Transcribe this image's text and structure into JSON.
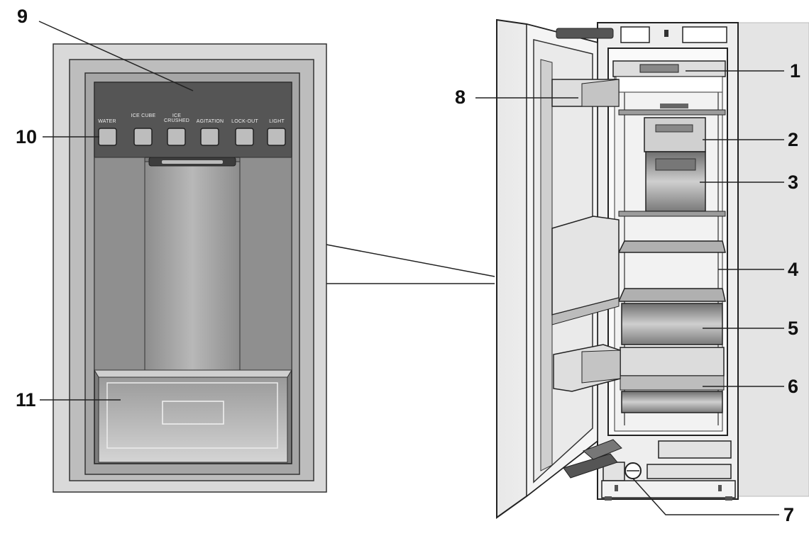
{
  "callouts": {
    "c1": "1",
    "c2": "2",
    "c3": "3",
    "c4": "4",
    "c5": "5",
    "c6": "6",
    "c7": "7",
    "c8": "8",
    "c9": "9",
    "c10": "10",
    "c11": "11"
  },
  "dispenser_buttons": [
    {
      "label": "WATER"
    },
    {
      "label": "ICE CUBE"
    },
    {
      "label": "ICE CRUSHED"
    },
    {
      "label": "AGITATION"
    },
    {
      "label": "LOCK-OUT"
    },
    {
      "label": "LIGHT"
    }
  ],
  "colors": {
    "line": "#222222",
    "panel_light": "#d8d8d8",
    "panel_mid": "#a9a9a9",
    "panel_dark": "#5e5e5e",
    "control_strip": "#555555"
  }
}
